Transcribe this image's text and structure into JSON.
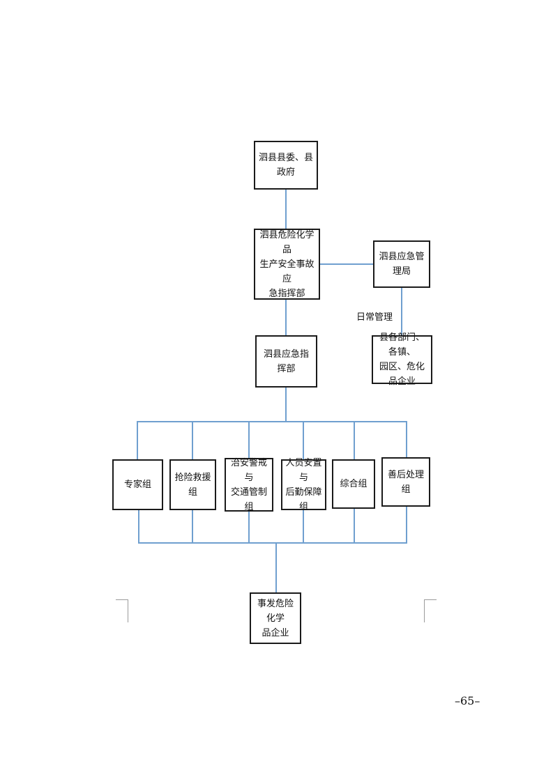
{
  "boxes": {
    "county_gov": [
      "泗县县委、县政府"
    ],
    "hazchem_hq": [
      "泗县危险化学品",
      "生产安全事故应",
      "急指挥部"
    ],
    "emergency_bureau": [
      "泗县应急管理局"
    ],
    "county_hq": [
      "泗县应急指挥部"
    ],
    "departments": [
      "县各部门、各镇、",
      "园区、危化品企业"
    ],
    "expert_group": [
      "专家组"
    ],
    "rescue_group": [
      "抢险救援组"
    ],
    "security_group": [
      "治安警戒与",
      "交通管制组"
    ],
    "resettlement_group": [
      "人员安置与",
      "后勤保障组"
    ],
    "general_group": [
      "综合组"
    ],
    "aftermath_group": [
      "善后处理组"
    ],
    "enterprise": [
      "事发危险化学",
      "品企业"
    ]
  },
  "labels": {
    "daily_management": "日常管理"
  },
  "footer": {
    "page_number": "–65–"
  },
  "colors": {
    "connector": "#6f9fcf",
    "box_border": "#1a1a1a"
  }
}
